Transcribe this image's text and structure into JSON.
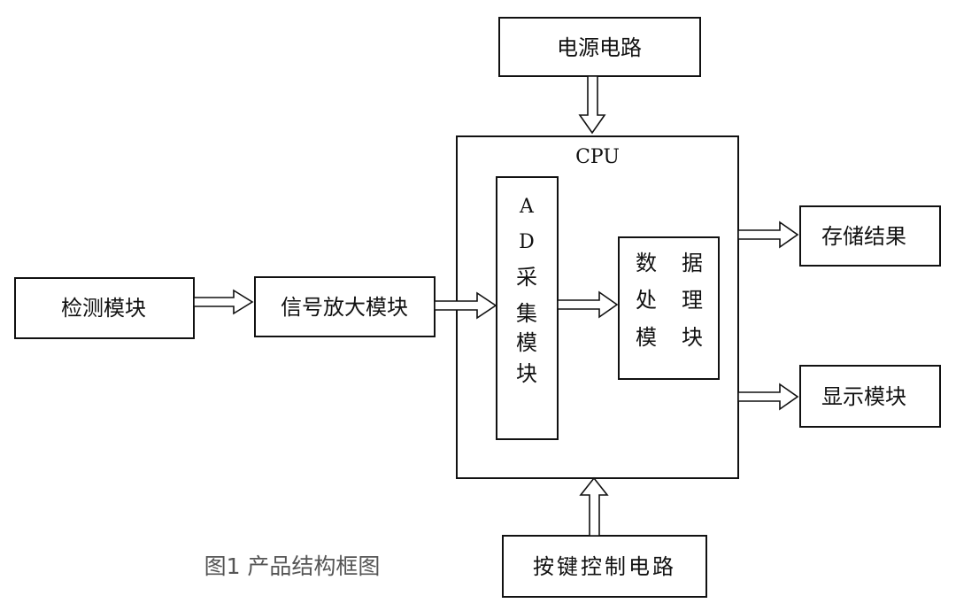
{
  "diagram": {
    "power_circuit": "电源电路",
    "cpu": "CPU",
    "detection_module": "检测模块",
    "signal_amplifier_module": "信号放大模块",
    "ad_module": {
      "chars": [
        "A",
        "D",
        "采",
        "集",
        "模",
        "块"
      ]
    },
    "data_processing_module": {
      "rows": [
        [
          "数",
          "据"
        ],
        [
          "处",
          "理"
        ],
        [
          "模",
          "块"
        ]
      ]
    },
    "store_results": "存储结果",
    "display_module": "显示模块",
    "key_control_circuit": "按键控制电路"
  },
  "caption": "图1 产品结构框图"
}
